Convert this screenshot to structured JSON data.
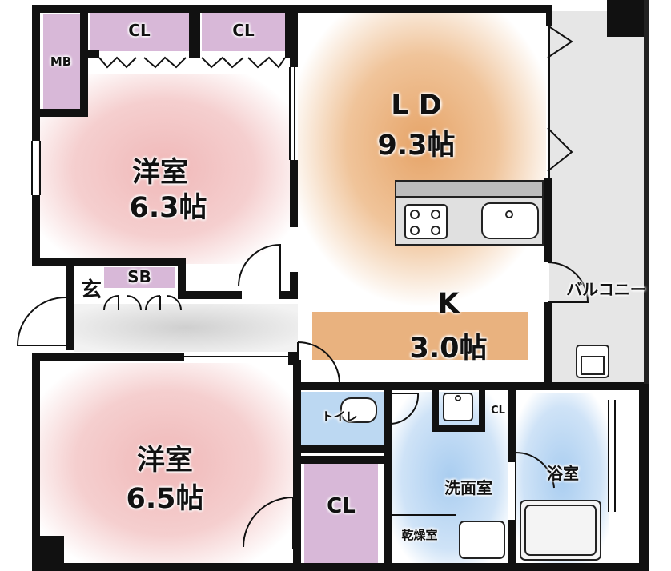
{
  "rooms": {
    "western_room_1": {
      "name": "洋室",
      "size": "6.3帖"
    },
    "western_room_2": {
      "name": "洋室",
      "size": "6.5帖"
    },
    "living_dining": {
      "name": "L D",
      "size": "9.3帖"
    },
    "kitchen": {
      "name": "K",
      "size": "3.0帖"
    },
    "closet_1": "CL",
    "closet_2": "CL",
    "closet_3": "CL",
    "closet_small": "CL",
    "meter_box": "MB",
    "shoe_box": "SB",
    "entrance": "玄",
    "toilet": "トイレ",
    "washroom": "洗面室",
    "bathroom": "浴室",
    "dryer_room": "乾燥室",
    "balcony": "バルコニー"
  },
  "colors": {
    "wall": "#111111",
    "western_room": "#f2c6c6",
    "living_dining": "#e8b27e",
    "closet": "#d8b8d8",
    "wet_area": "#bcd8f2",
    "balcony": "#e4e4e4",
    "corridor": "#dcdcdc"
  }
}
